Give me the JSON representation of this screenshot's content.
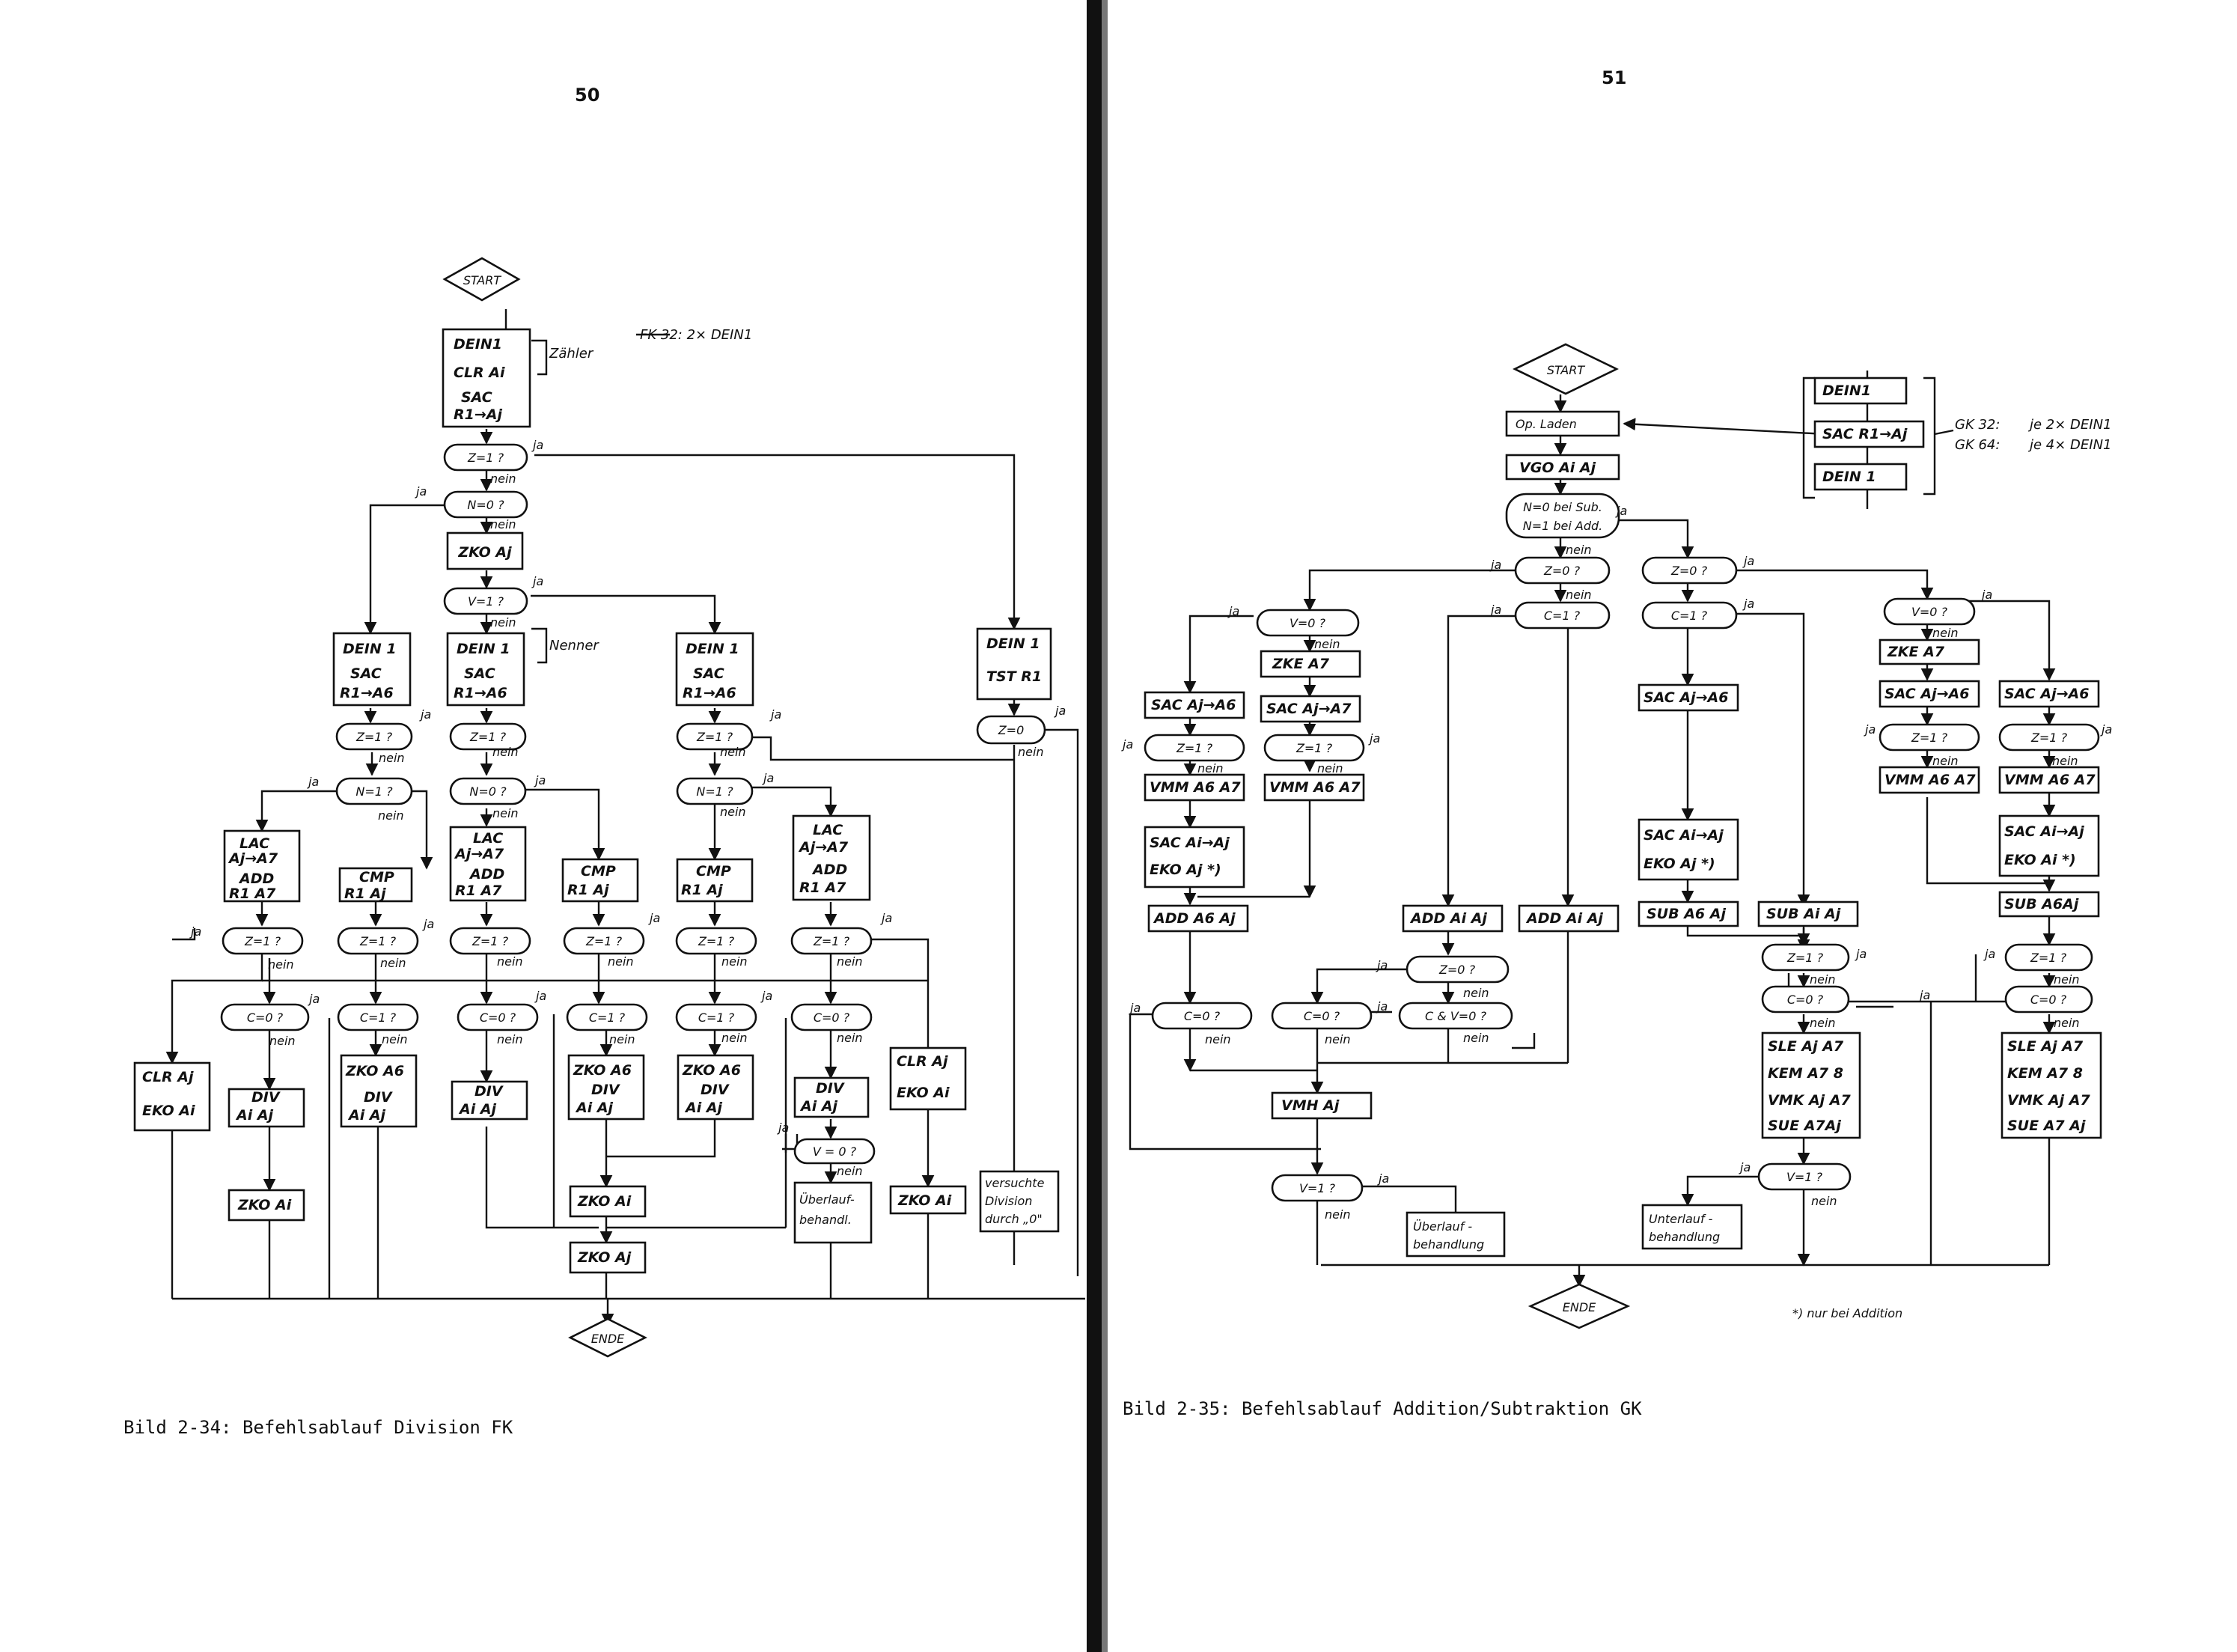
{
  "left_page": {
    "page_number": "50",
    "caption": "Bild 2-34: Befehlsablauf Division FK",
    "annotation_fk": "FK 32:  2× DEIN1",
    "brace_zaehler": "Zähler",
    "brace_nenner": "Nenner",
    "nodes": {
      "start": "START",
      "ende": "ENDE",
      "dein1": "DEIN1",
      "clr_ai": "CLR Ai",
      "sac": "SAC",
      "r1_aj": "R1→Aj",
      "z1_top": "Z=1 ?",
      "n0_top": "N=0 ?",
      "zko_aj": "ZKO Aj",
      "v1": "V=1 ?",
      "dein1_a": "DEIN 1",
      "sac_a": "SAC",
      "r1_a6_a": "R1→A6",
      "dein1_b": "DEIN 1",
      "sac_b": "SAC",
      "r1_a6_b": "R1→A6",
      "dein1_c": "DEIN 1",
      "sac_c": "SAC",
      "r1_a6_c": "R1→A6",
      "dein1_d": "DEIN 1",
      "tst_r1": "TST R1",
      "z0": "Z=0",
      "z1_a": "Z=1 ?",
      "z1_b": "Z=1 ?",
      "z1_c": "Z=1 ?",
      "n1_a": "N=1 ?",
      "n0_b": "N=0 ?",
      "n1_c": "N=1 ?",
      "lac_a": "LAC",
      "lac_a2": "Aj→A7",
      "add_a": "ADD",
      "add_a2": "R1  A7",
      "cmp_a": "CMP",
      "cmp_a2": "R1  Aj",
      "lac_b": "LAC",
      "lac_b2": "Aj→A7",
      "add_b": "ADD",
      "add_b2": "R1  A7",
      "cmp_b": "CMP",
      "cmp_b2": "R1  Aj",
      "cmp_c": "CMP",
      "cmp_c2": "R1  Aj",
      "lac_c": "LAC",
      "lac_c2": "Aj→A7",
      "add_c": "ADD",
      "add_c2": "R1  A7",
      "z1_d1": "Z=1 ?",
      "z1_d2": "Z=1 ?",
      "z1_d3": "Z=1 ?",
      "z1_d4": "Z=1 ?",
      "z1_d5": "Z=1 ?",
      "z1_d6": "Z=1 ?",
      "c0_a": "C=0 ?",
      "c1_a": "C=1 ?",
      "c0_b": "C=0 ?",
      "c1_b": "C=1 ?",
      "c1_c": "C=1 ?",
      "c0_c": "C=0 ?",
      "clr_aj": "CLR Aj",
      "eko_ai_1": "EKO Ai",
      "div_1": "DIV",
      "div_1b": "Ai  Aj",
      "zko_a6_1": "ZKO A6",
      "div_2": "DIV",
      "div_2b": "Ai  Aj",
      "div_3": "DIV",
      "div_3b": "Ai  Aj",
      "zko_a6_2": "ZKO A6",
      "div_4": "DIV",
      "div_4b": "Ai  Aj",
      "zko_a6_3": "ZKO A6",
      "div_5": "DIV",
      "div_5b": "Ai  Aj",
      "div_6": "DIV",
      "div_6b": "Ai  Aj",
      "clr_aj_2": "CLR Aj",
      "eko_ai_2": "EKO Ai",
      "v0_l": "V = 0 ?",
      "zko_ai_1": "ZKO Ai",
      "zko_ai_2": "ZKO Ai",
      "zko_aj_2": "ZKO Aj",
      "zko_ai_3": "ZKO Ai",
      "ueberlauf_1": "Überlauf-",
      "ueberlauf_2": "behandl.",
      "versuchte_1": "versuchte",
      "versuchte_2": "Division",
      "versuchte_3": "durch „0\""
    }
  },
  "right_page": {
    "page_number": "51",
    "caption": "Bild 2-35: Befehlsablauf Addition/Subtraktion GK",
    "annotation_gk32": "GK 32:",
    "annotation_gk64": "GK 64:",
    "annotation_je2": "je  2× DEIN1",
    "annotation_je4": "je  4× DEIN1",
    "footnote": "*)  nur  bei Addition",
    "nodes": {
      "start": "START",
      "ende": "ENDE",
      "op_laden": "Op. Laden",
      "vgo": "VGO  Ai Aj",
      "nsub_1": "N=0 bei Sub.",
      "nsub_2": "N=1  bei Add.",
      "dein1_r1": "DEIN1",
      "sac_r1aj": "SAC  R1→Aj",
      "dein1_r2": "DEIN 1",
      "z0_a": "Z=0 ?",
      "c1_a": "C=1 ?",
      "z0_b": "Z=0 ?",
      "c1_b": "C=1 ?",
      "v0_a": "V=0 ?",
      "zke_a7_a": "ZKE  A7",
      "sac_aj_a7": "SAC Aj→A7",
      "sac_aj_a6_a": "SAC Aj→A6",
      "z1_a": "Z=1 ?",
      "z1_b": "Z=1 ?",
      "vmm_a": "VMM  A6 A7",
      "vmm_b": "VMM  A6 A7",
      "sac_ai_aj_a": "SAC  Ai→Aj",
      "eko_aj_a": "EKO  Aj  *)",
      "add_a6_aj": "ADD  A6  Aj",
      "add_ai_aj_1": "ADD  Ai Aj",
      "add_ai_aj_2": "ADD  Ai Aj",
      "sac_aj_a6_b": "SAC  Aj→A6",
      "sac_ai_aj_b": "SAC  Ai→Aj",
      "eko_aj_b": "EKO  Aj  *)",
      "sub_a6_aj": "SUB  A6 Aj",
      "sub_ai_aj": "SUB  Ai Aj",
      "v0_b": "V=0 ?",
      "zke_a7_b": "ZKE  A7",
      "sac_aj_a6_c": "SAC  Aj→A6",
      "sac_aj_a6_d": "SAC  Aj→A6",
      "z1_c": "Z=1 ?",
      "z1_d": "Z=1 ?",
      "vmm_c": "VMM  A6 A7",
      "vmm_d": "VMM  A6 A7",
      "sac_ai_aj_c": "SAC  Ai→Aj",
      "eko_ai_c": "EKO  Ai  *)",
      "sub_a6aj_c": "SUB   A6Aj",
      "c0_a": "C=0 ?",
      "z0_c": "Z=0 ?",
      "cv0": "C & V=0 ?",
      "c0_b": "C=0 ?",
      "vmh": "VMH  Aj",
      "v1_a": "V=1 ?",
      "ueber_1": "Überlauf -",
      "ueber_2": "behandlung",
      "z1_e": "Z=1 ?",
      "c0_c": "C=0 ?",
      "sle_a": "SLE  Aj A7",
      "kem_a": "KEM A7  8",
      "vmk_a": "VMK  Aj A7",
      "sue_a": "SUE   A7Aj",
      "v1_b": "V=1 ?",
      "unter_1": "Unterlauf -",
      "unter_2": "behandlung",
      "z1_f": "Z=1 ?",
      "c0_d": "C=0 ?",
      "sle_b": "SLE  Aj A7",
      "kem_b": "KEM  A7  8",
      "vmk_b": "VMK  Aj A7",
      "sue_b": "SUE  A7 Aj"
    }
  },
  "labels": {
    "ja": "ja",
    "nein": "nein"
  }
}
